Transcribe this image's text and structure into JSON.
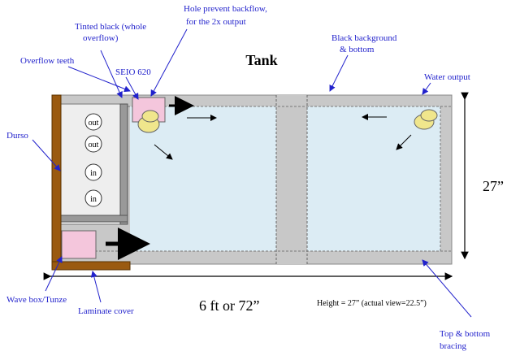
{
  "title": "Tank",
  "labels": {
    "tinted_black": [
      "Tinted black (whole",
      "overflow)"
    ],
    "hole_prevent": [
      "Hole prevent backflow,",
      "for the 2x output"
    ],
    "black_background": [
      "Black background",
      "& bottom"
    ],
    "overflow_teeth": "Overflow teeth",
    "seio": "SEIO 620",
    "water_output": "Water output",
    "durso": "Durso",
    "wave_box": "Wave box/Tunze",
    "laminate_cover": "Laminate cover",
    "bracing": [
      "Top & bottom",
      "bracing"
    ]
  },
  "plumbing": [
    "out",
    "out",
    "in",
    "in"
  ],
  "dimensions": {
    "height_side": "27”",
    "width_bottom": "6 ft or 72”",
    "height_note": "Height = 27” (actual view=22.5”)"
  },
  "colors": {
    "annotation": "#2222cc",
    "water": "#dcecf4",
    "bracing": "#c8c8c8",
    "wood": "#9a5a10",
    "pump": "#f0e68c",
    "box_pink": "#f4c6dc"
  }
}
